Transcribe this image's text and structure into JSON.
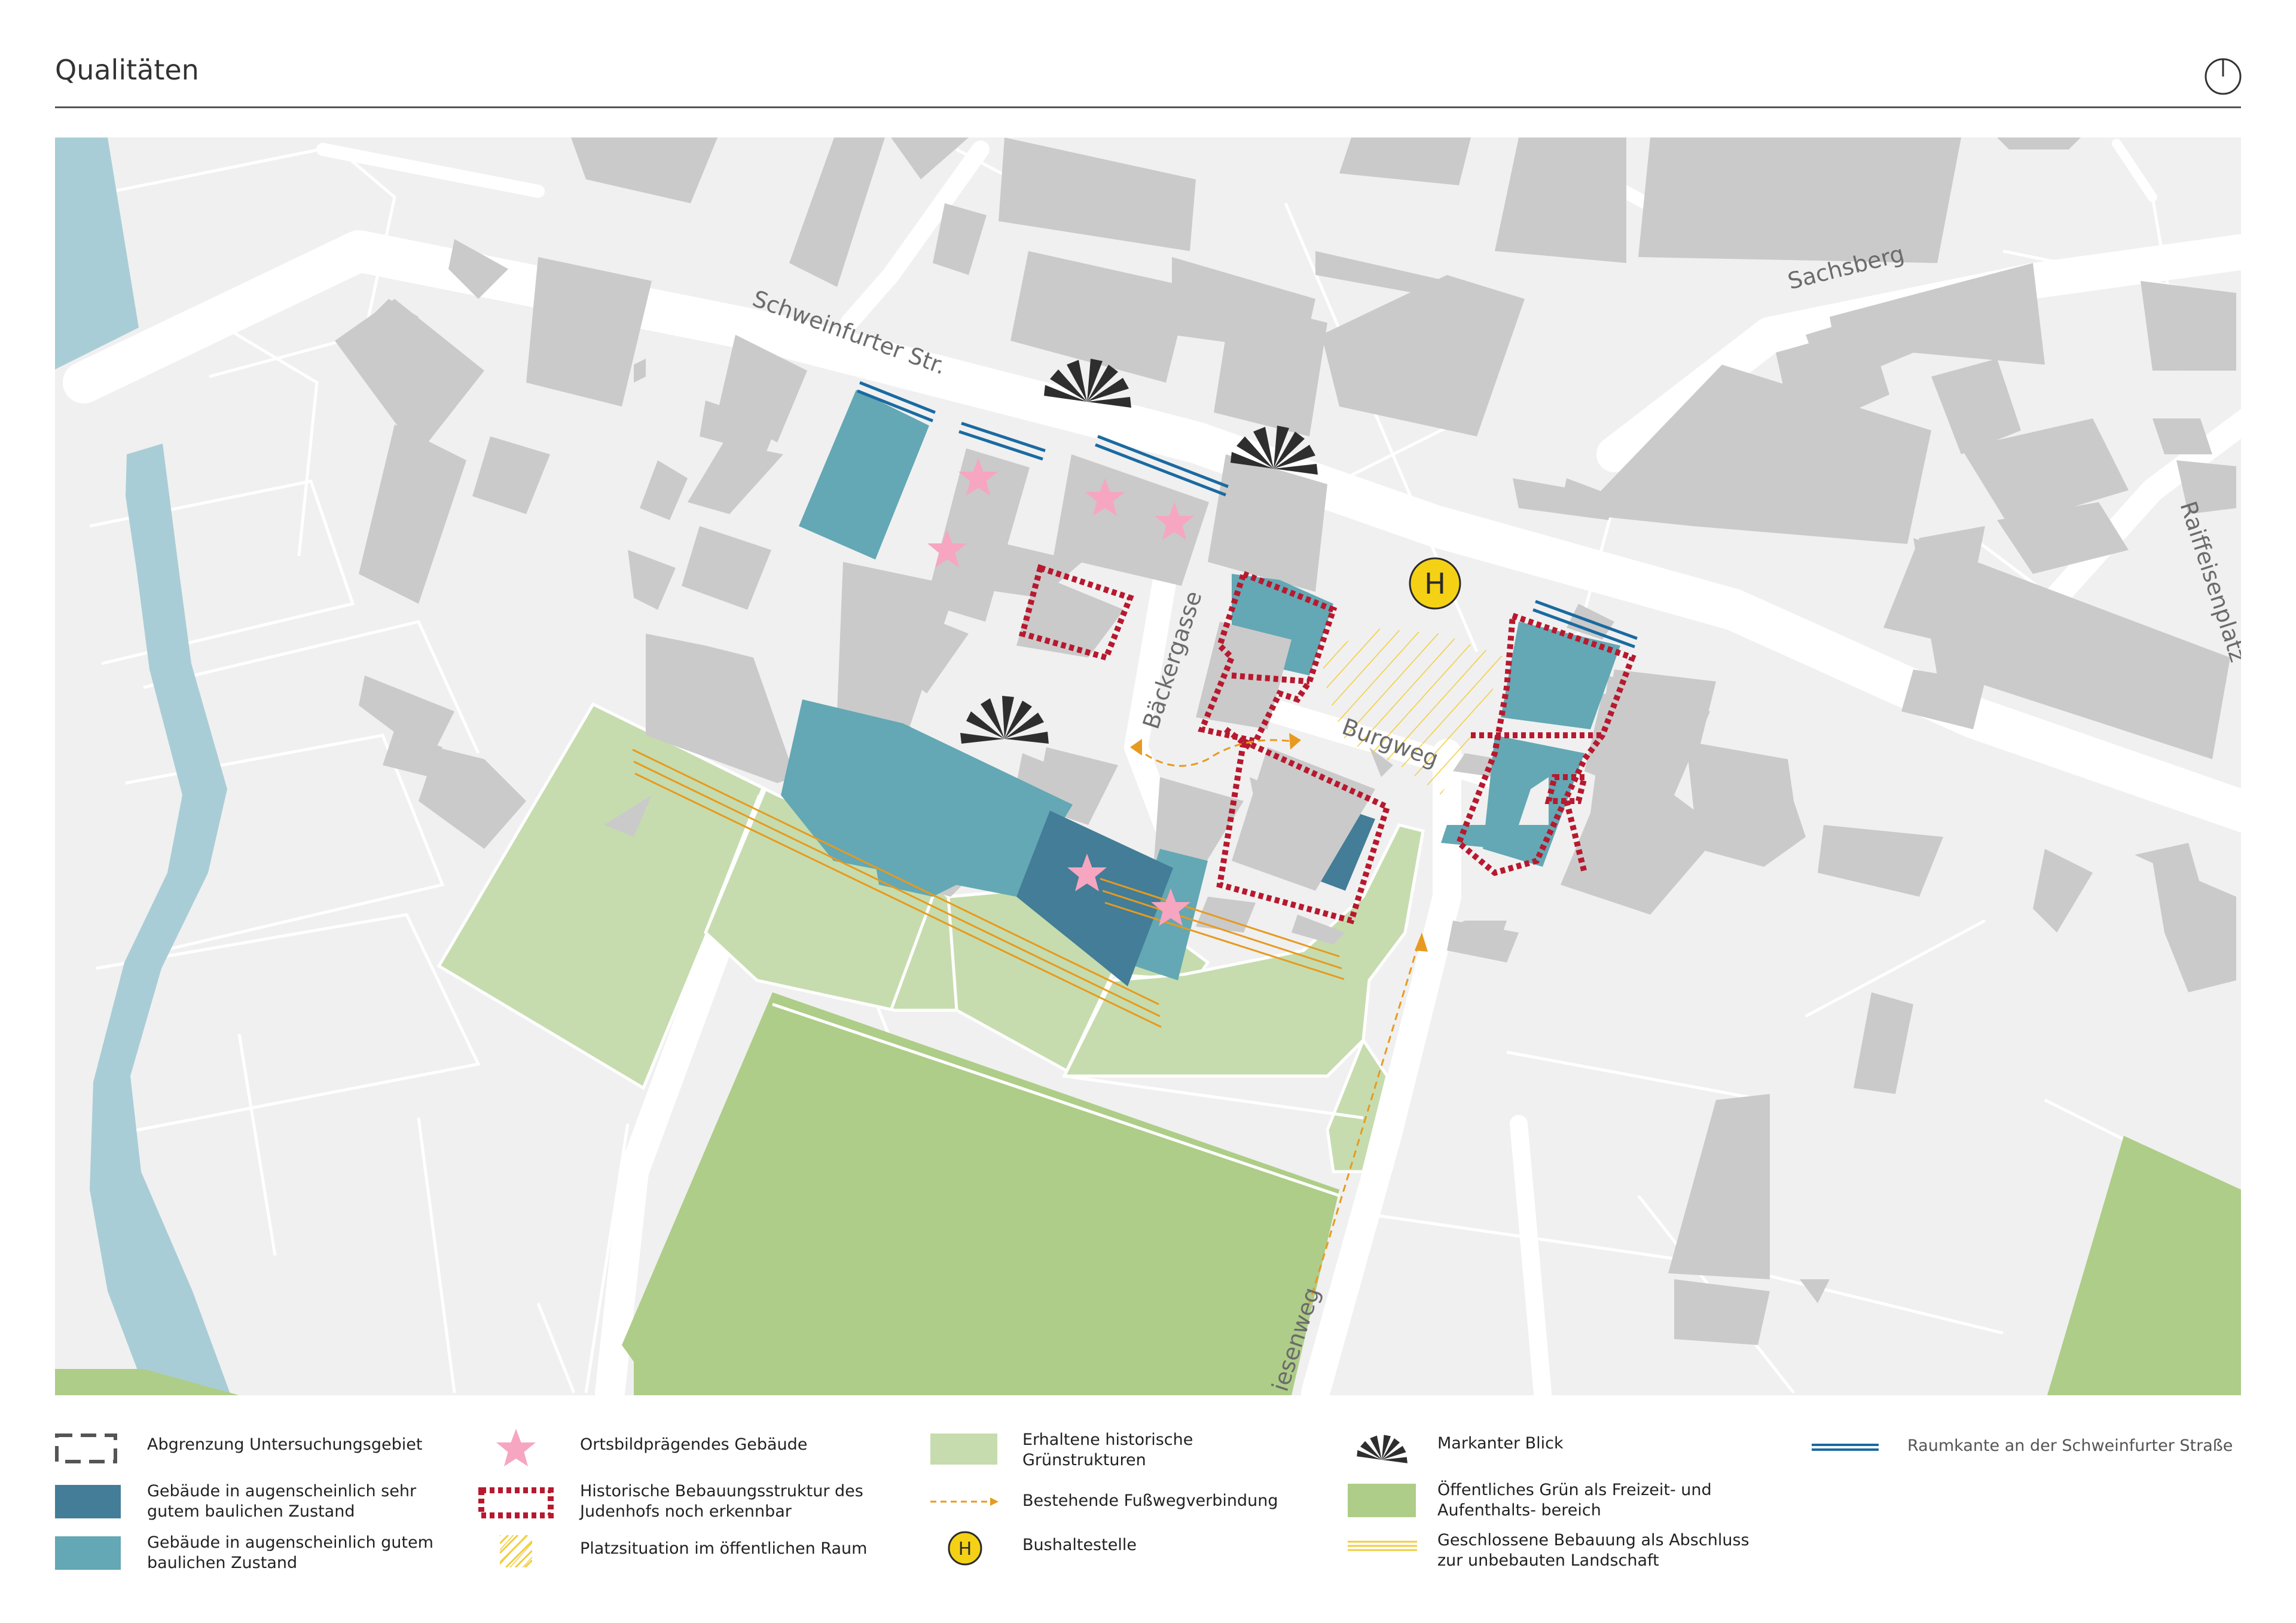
{
  "title": "Qualitäten",
  "icons": {
    "north": "north-arrow-icon",
    "bus": "bus-stop-icon",
    "view": "view-fan-icon",
    "star": "star-icon"
  },
  "colors": {
    "background": "#f0f0f0",
    "building": "#cacaca",
    "building_very_good": "#437d97",
    "building_good": "#63a8b4",
    "green_historic": "#c6dcae",
    "green_public": "#aecd88",
    "water": "#a9cdd6",
    "historic_structure": "#b7192f",
    "footpath": "#e79a1f",
    "plaza_hatch": "#f2cd3c",
    "bus_stop": "#f5d116",
    "raumkante": "#1a6aa1",
    "star": "#f6a6c0"
  },
  "map": {
    "streets": {
      "schweinfurter": "Schweinfurter Str.",
      "sachsberg": "Sachsberg",
      "raiffeisenplatz": "Raiffeisenplatz",
      "baeckergasse": "Bäckergasse",
      "burgweg": "Burgweg",
      "wiesenweg": "iesenweg"
    },
    "bus_stop_letter": "H"
  },
  "legend": [
    {
      "key": "boundary",
      "label_1": "Abgrenzung Untersuchungsgebiet",
      "label_2": ""
    },
    {
      "key": "very_good",
      "label_1": "Gebäude in augenscheinlich sehr",
      "label_2": "gutem baulichen Zustand"
    },
    {
      "key": "good",
      "label_1": "Gebäude in augenscheinlich gutem",
      "label_2": "baulichen Zustand"
    },
    {
      "key": "landmark",
      "label_1": "Ortsbildprägendes Gebäude",
      "label_2": ""
    },
    {
      "key": "historic",
      "label_1": "Historische Bebauungsstruktur des",
      "label_2": "Judenhofs noch erkennbar"
    },
    {
      "key": "plaza",
      "label_1": "Platzsituation im öffentlichen Raum",
      "label_2": ""
    },
    {
      "key": "green_historic",
      "label_1": "Erhaltene historische",
      "label_2": "Grünstrukturen"
    },
    {
      "key": "footpath",
      "label_1": "Bestehende Fußwegverbindung",
      "label_2": ""
    },
    {
      "key": "bus",
      "label_1": "Bushaltestelle",
      "label_2": "",
      "symbol": "H"
    },
    {
      "key": "view",
      "label_1": "Markanter Blick",
      "label_2": ""
    },
    {
      "key": "green_public",
      "label_1": "Öffentliches Grün als Freizeit- und",
      "label_2": "Aufenthalts- bereich"
    },
    {
      "key": "closed_edge",
      "label_1": "Geschlossene Bebauung als Abschluss",
      "label_2": "zur unbebauten Landschaft"
    },
    {
      "key": "raumkante",
      "label_1": "Raumkante an der Schweinfurter Straße",
      "label_2": ""
    }
  ]
}
